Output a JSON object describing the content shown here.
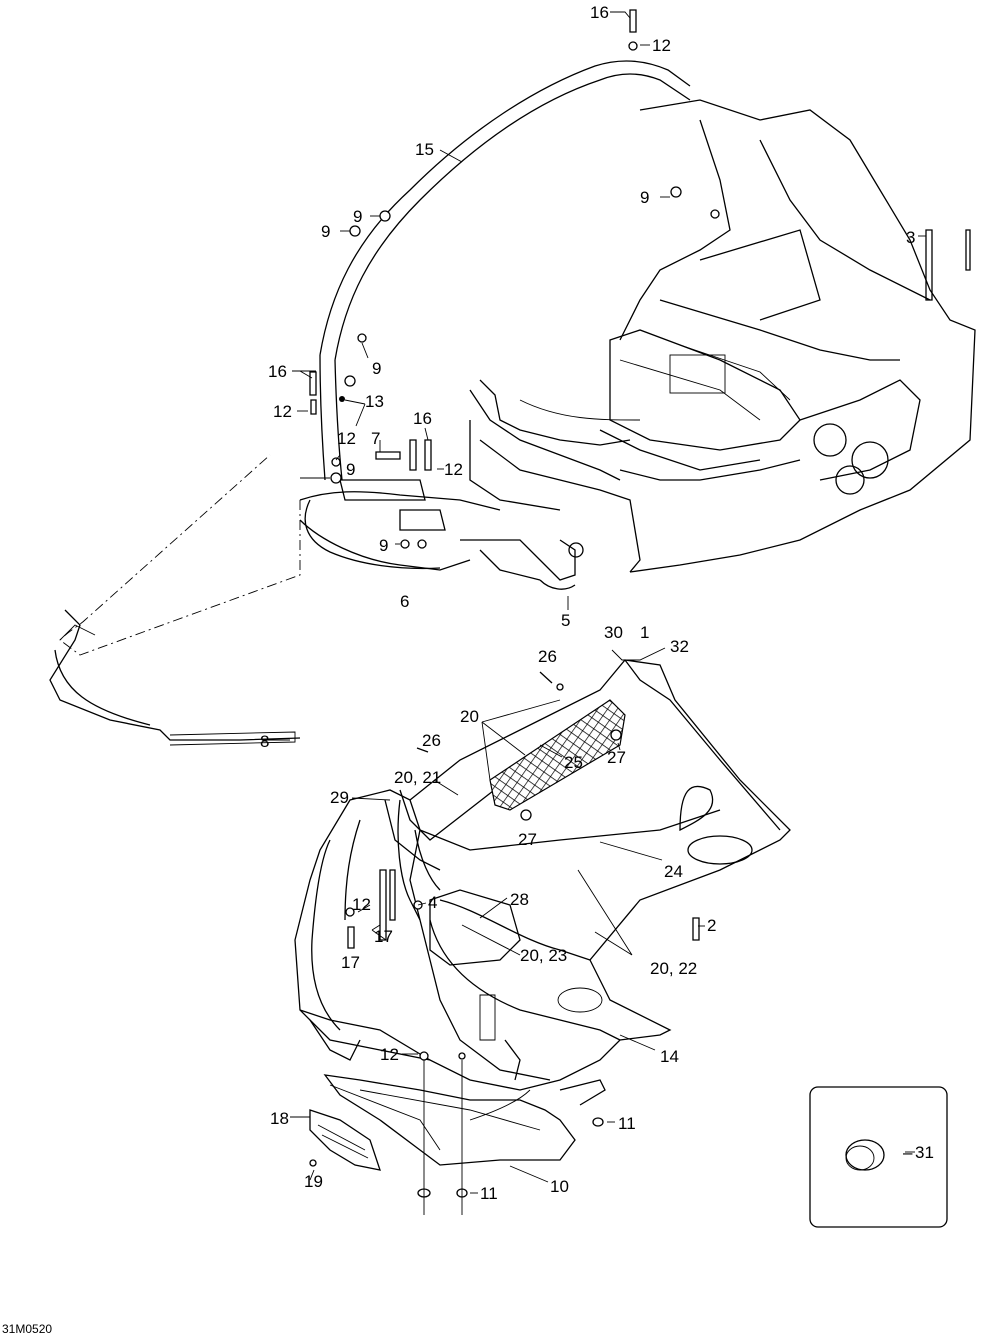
{
  "drawing_code": "31M0520",
  "labels": {
    "l1": "1",
    "l2": "2",
    "l3": "3",
    "l4": "4",
    "l5": "5",
    "l6": "6",
    "l7": "7",
    "l8": "8",
    "l10": "10",
    "l11a": "11",
    "l11b": "11",
    "l12_top": "12",
    "l12_left": "12",
    "l12_mid": "12",
    "l12_right": "12",
    "l12_low": "12",
    "l12_bottom": "12",
    "l13": "13",
    "l14": "14",
    "l15": "15",
    "l16_top": "16",
    "l16_left": "16",
    "l16_mid": "16",
    "l17a": "17",
    "l17b": "17",
    "l18": "18",
    "l19": "19",
    "l9_a": "9",
    "l9_b": "9",
    "l9_c": "9",
    "l9_d": "9",
    "l9_e": "9",
    "l9_f": "9",
    "l20": "20",
    "l20_21": "20, 21",
    "l20_22": "20, 22",
    "l20_23": "20, 23",
    "l24": "24",
    "l25": "25",
    "l26a": "26",
    "l26b": "26",
    "l27a": "27",
    "l27b": "27",
    "l28": "28",
    "l29": "29",
    "l30": "30",
    "l31": "31",
    "l32": "32"
  },
  "detail_box": {
    "label": "31"
  }
}
